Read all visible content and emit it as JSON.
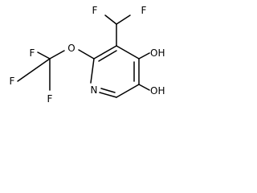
{
  "molecule": {
    "atoms": {
      "f_top_left": "F",
      "f_top_right": "F",
      "f_cf3_top": "F",
      "f_cf3_left": "F",
      "f_cf3_bottom": "F",
      "o_ether": "O",
      "n_ring": "N",
      "oh_top": "OH",
      "oh_bottom": "OH"
    }
  }
}
